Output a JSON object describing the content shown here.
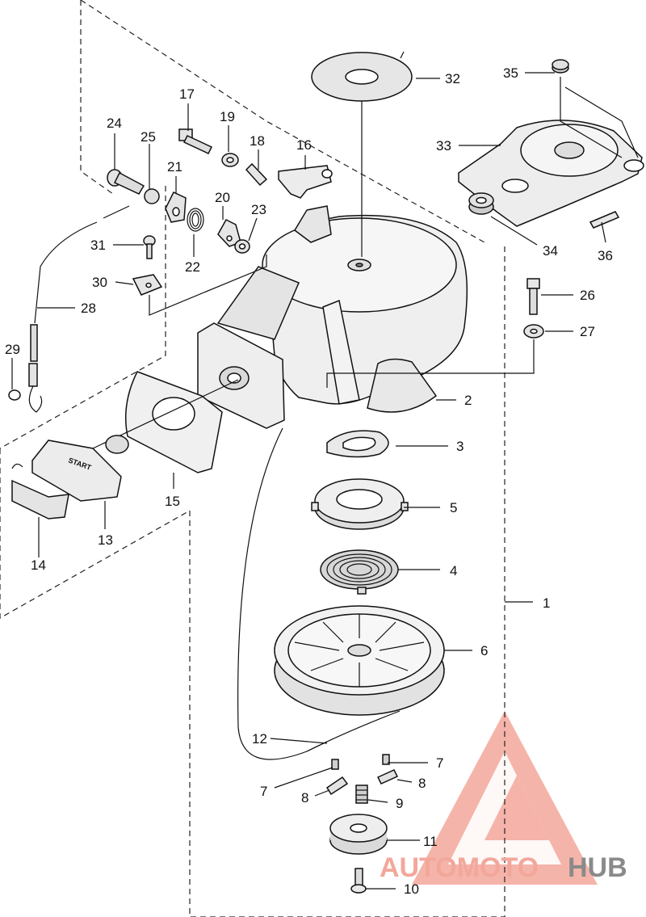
{
  "diagram": {
    "callouts": {
      "c1": "1",
      "c2": "2",
      "c3": "3",
      "c4": "4",
      "c5": "5",
      "c6": "6",
      "c7a": "7",
      "c7b": "7",
      "c8a": "8",
      "c8b": "8",
      "c9": "9",
      "c10": "10",
      "c11": "11",
      "c12": "12",
      "c13": "13",
      "c14": "14",
      "c15": "15",
      "c16": "16",
      "c17": "17",
      "c18": "18",
      "c19": "19",
      "c20": "20",
      "c21": "21",
      "c22": "22",
      "c23": "23",
      "c24": "24",
      "c25": "25",
      "c26": "26",
      "c27": "27",
      "c28": "28",
      "c29": "29",
      "c30": "30",
      "c31": "31",
      "c32": "32",
      "c33": "33",
      "c34": "34",
      "c35": "35",
      "c36": "36"
    },
    "handle_text": "START"
  },
  "watermark": {
    "brand_part1": "AUTOMOTO",
    "brand_part2": "HUB",
    "color_primary": "#f3a79b",
    "color_secondary": "#8a8a8a"
  }
}
